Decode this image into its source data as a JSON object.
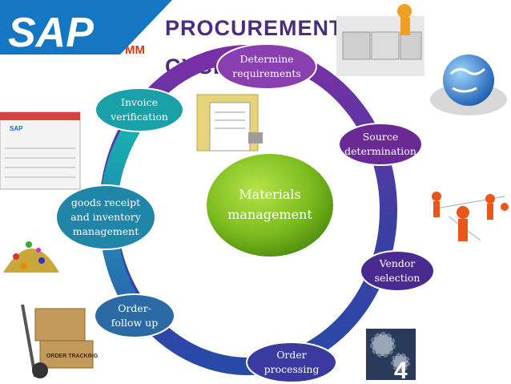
{
  "logo": {
    "brand": "SAP",
    "module": "MM"
  },
  "title": {
    "line1": "PROCUREMENT",
    "line2": "CYCLE"
  },
  "center": {
    "line1": "Materials",
    "line2": "management"
  },
  "steps": [
    {
      "id": "determine-requirements",
      "lines": [
        "Determine",
        "requirements"
      ],
      "color": "#8a3fb0"
    },
    {
      "id": "source-determination",
      "lines": [
        "Source",
        "determination"
      ],
      "color": "#6a2a96"
    },
    {
      "id": "vendor-selection",
      "lines": [
        "Vendor",
        "selection"
      ],
      "color": "#4a2a90"
    },
    {
      "id": "order-processing",
      "lines": [
        "Order",
        "processing"
      ],
      "color": "#3a3aa0"
    },
    {
      "id": "order-follow-up",
      "lines": [
        "Order-",
        "follow up"
      ],
      "color": "#2c6aa6"
    },
    {
      "id": "goods-receipt",
      "lines": [
        "goods receipt",
        "and inventory",
        "management"
      ],
      "color": "#1f86a8"
    },
    {
      "id": "invoice-verification",
      "lines": [
        "Invoice",
        "verification"
      ],
      "color": "#1aa0a8"
    }
  ],
  "decor": {
    "thumb_document_tab": "SAP",
    "order_box_label": "ORDER TRACKING",
    "gear_number": "4"
  }
}
